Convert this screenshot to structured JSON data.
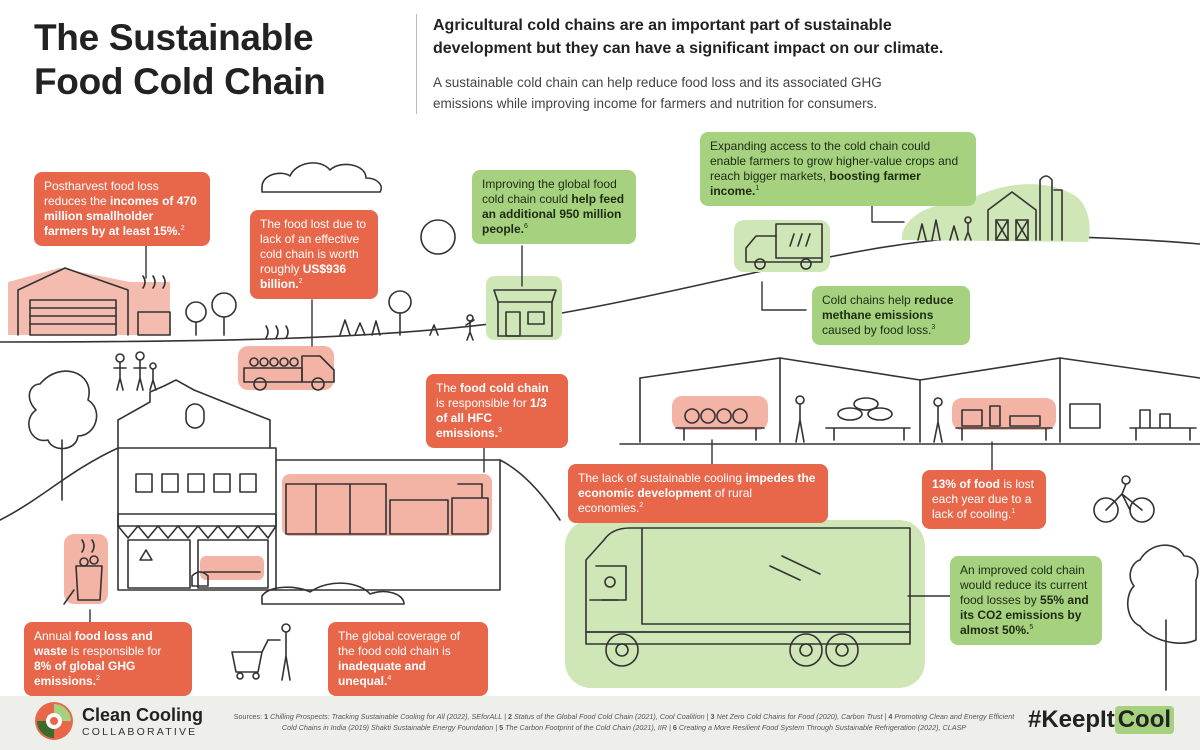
{
  "header": {
    "title": "The Sustainable Food Cold Chain",
    "lead": "Agricultural cold chains are an important part of sustainable development but they can have a significant impact on our climate.",
    "sublead": "A sustainable cold chain can help reduce food loss and its associated GHG emissions while improving income for farmers and nutrition for consumers."
  },
  "colors": {
    "red_callout": "#e8674b",
    "green_callout": "#a6d27f",
    "red_highlight": "#f3b4a6",
    "green_highlight": "#cfe6b6",
    "line": "#333333"
  },
  "callouts": {
    "farmer_income_loss": {
      "t1": "Postharvest food loss reduces the ",
      "b1": "incomes of 470 million smallholder farmers by at least 15%.",
      "ref": "2"
    },
    "food_lost_value": {
      "t1": "The food lost due to lack of an effective cold chain is worth roughly ",
      "b1": "US$936 billion.",
      "ref": "2"
    },
    "feed_people": {
      "t1": "Improving the global food cold chain could ",
      "b1": "help feed an additional 950 million people.",
      "ref": "6"
    },
    "higher_value_crops": {
      "t1": "Expanding access to the cold chain could enable farmers to grow higher-value crops and reach bigger markets, ",
      "b1": "boosting farmer income.",
      "ref": "1"
    },
    "methane": {
      "t1": "Cold chains help ",
      "b1": "reduce methane emissions",
      "t2": " caused by food loss.",
      "ref": "3"
    },
    "hfc": {
      "t1": "The ",
      "b1": "food cold chain",
      "t2": " is responsible for ",
      "b2": "1/3 of all HFC emissions.",
      "ref": "3"
    },
    "rural_economies": {
      "t1": "The lack of sustainable cooling ",
      "b1": "impedes the economic development",
      "t2": " of rural economies.",
      "ref": "2"
    },
    "food_lost_13": {
      "b1": "13% of food",
      "t1": " is lost each year due to a lack of cooling.",
      "ref": "1"
    },
    "ghg_8": {
      "t1": "Annual ",
      "b1": "food loss and waste",
      "t2": " is responsible for ",
      "b2": "8% of global GHG emissions.",
      "ref": "2"
    },
    "coverage": {
      "t1": "The global coverage of the food cold chain is ",
      "b1": "inadequate and unequal.",
      "ref": "4"
    },
    "improved_chain": {
      "t1": "An improved cold chain would reduce its current food losses by ",
      "b1": "55% and its CO2 emissions by almost 50%.",
      "ref": "5"
    }
  },
  "footer": {
    "brand": "Clean Cooling",
    "brand_sub": "COLLABORATIVE",
    "sources_label": "Sources:",
    "sources": [
      {
        "num": "1",
        "text": "Chilling Prospects: Tracking Sustainable Cooling for All (2022), SEforALL | "
      },
      {
        "num": "2",
        "text": "Status of the Global Food Cold Chain (2021), Cool Coalition | "
      },
      {
        "num": "3",
        "text": "Net Zero Cold Chains for Food (2020), Carbon Trust | "
      },
      {
        "num": "4",
        "text": "Promoting Clean and Energy Efficient Cold Chains in India (2019) Shakti Sustainable Energy Foundation | "
      },
      {
        "num": "5",
        "text": "The Carbon Footprint of the Cold Chain (2021), IIR | "
      },
      {
        "num": "6",
        "text": "Creating a More Resilient Food System Through Sustainable Refrigeration (2022), CLASP"
      }
    ],
    "hashtag_pre": "#KeepIt",
    "hashtag_cool": "Cool"
  }
}
